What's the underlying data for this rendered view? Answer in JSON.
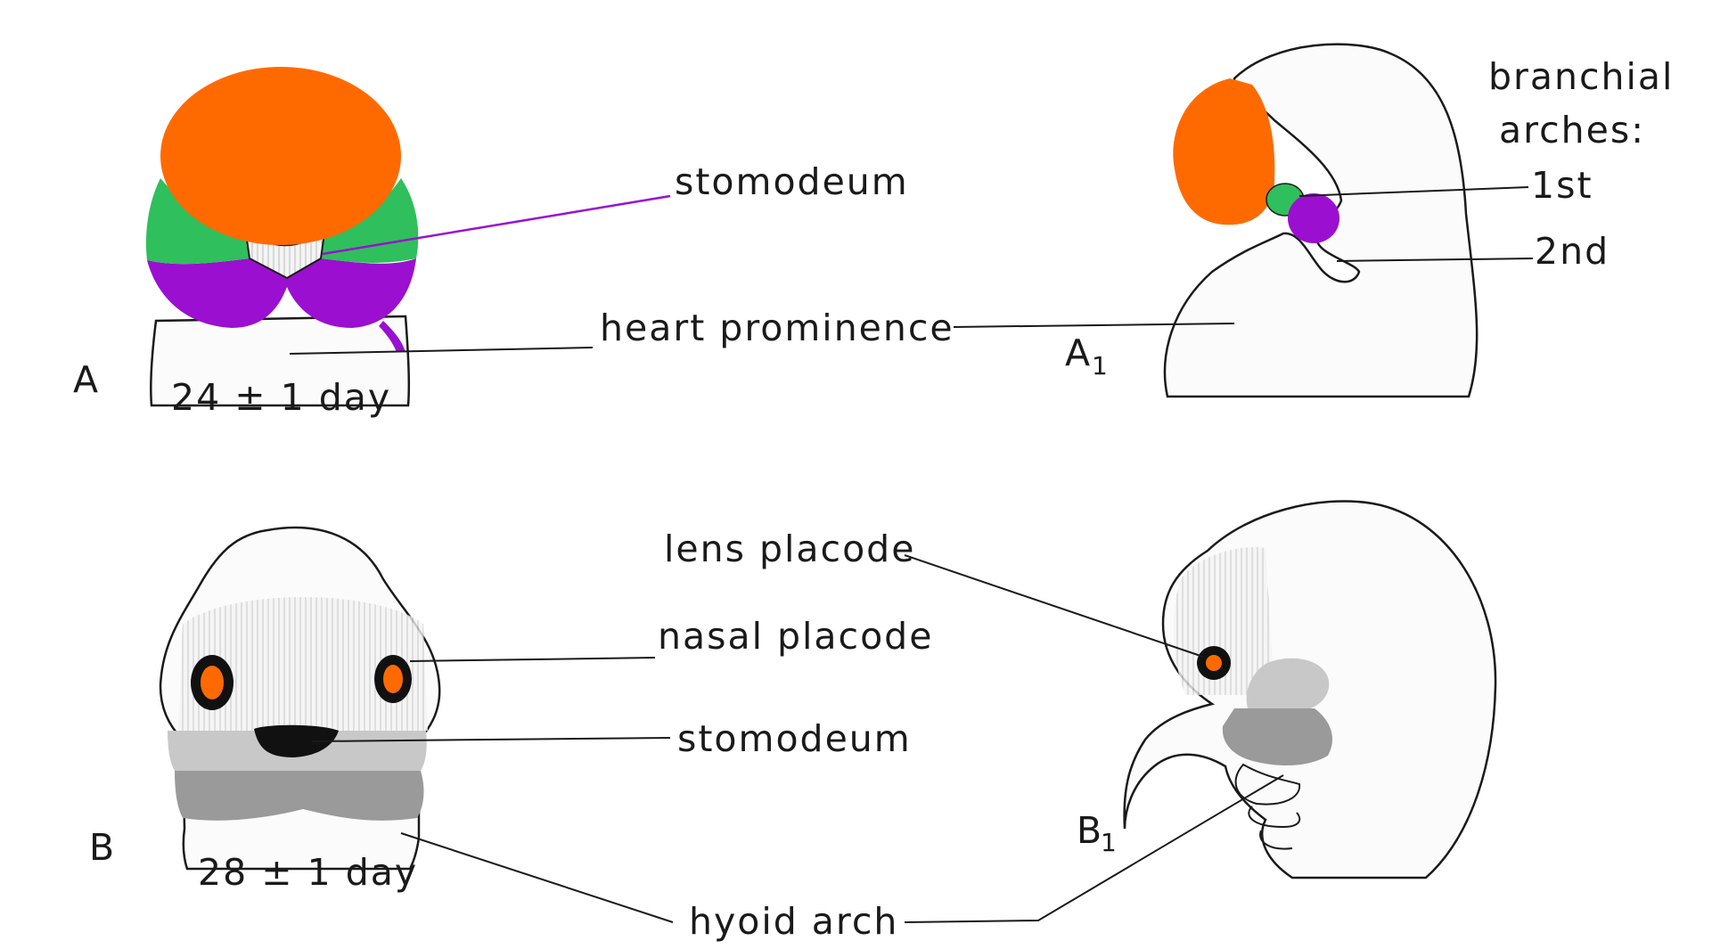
{
  "colors": {
    "orange": "#ff6a00",
    "green": "#2fbf5c",
    "purple": "#9b0fd0",
    "gray_light": "#c8c8c8",
    "gray_dark": "#9a9a9a",
    "ink": "#1a1a1a"
  },
  "panel_a": {
    "letter": "A",
    "age": "24 ± 1 day",
    "stomodeum_label": "stomodeum",
    "heart_label": "heart prominence"
  },
  "panel_a1": {
    "letter": "A",
    "letter_sub": "1",
    "arches_title_line1": "branchial",
    "arches_title_line2": "arches:",
    "arch_first": "1st",
    "arch_second": "2nd"
  },
  "panel_b": {
    "letter": "B",
    "age": "28 ± 1 day",
    "lens_label": "lens placode",
    "nasal_label": "nasal placode",
    "stomodeum_label": "stomodeum",
    "hyoid_label": "hyoid arch"
  },
  "panel_b1": {
    "letter": "B",
    "letter_sub": "1"
  }
}
